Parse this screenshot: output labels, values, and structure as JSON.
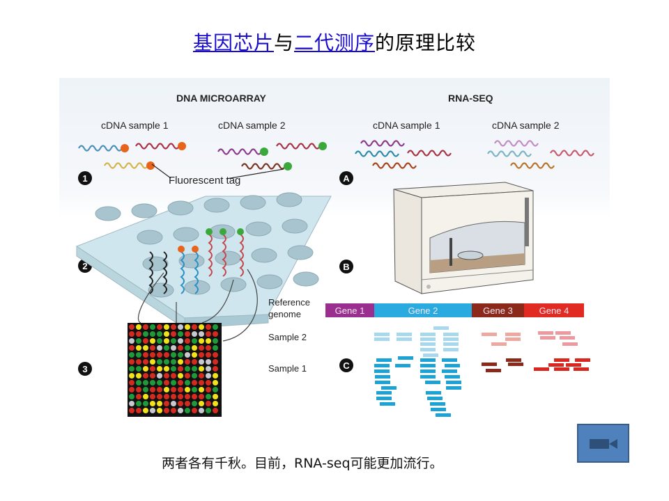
{
  "slide": {
    "title": {
      "link1": "基因芯片",
      "connector": "与",
      "link2": "二代测序",
      "rest": "的原理比较"
    },
    "caption": "两者各有千秋。目前，RNA-seq可能更加流行。",
    "video_button": {
      "icon": "video-camera-icon"
    }
  },
  "figure": {
    "microarray": {
      "heading": "DNA MICROARRAY",
      "sample1": "cDNA sample 1",
      "sample2": "cDNA sample 2",
      "tag_label": "Fluorescent tag",
      "steps": [
        "1",
        "2",
        "3"
      ],
      "reference_label_1": "Reference",
      "reference_label_2": "genome",
      "sample2_row": "Sample 2",
      "sample1_row": "Sample 1",
      "tag_colors": {
        "sample1": "#e8641a",
        "sample2": "#3aa83a"
      },
      "grid_colors": {
        "red": "#d42a1f",
        "green": "#1f9a3a",
        "yellow": "#f2e21a",
        "grey": "#c8c8d0"
      }
    },
    "rnaseq": {
      "heading": "RNA-SEQ",
      "sample1": "cDNA sample 1",
      "sample2": "cDNA sample 2",
      "steps": [
        "A",
        "B",
        "C"
      ],
      "genes": [
        {
          "label": "Gene 1",
          "color": "#9b2f8f",
          "s2_color": "",
          "s1_color": ""
        },
        {
          "label": "Gene 2",
          "color": "#29abe0",
          "s2_color": "#a8d8ee",
          "s1_color": "#1aa3d4"
        },
        {
          "label": "Gene 3",
          "color": "#8b2a1a",
          "s2_color": "#eda8a0",
          "s1_color": "#8b2a1a"
        },
        {
          "label": "Gene 4",
          "color": "#e02a22",
          "s2_color": "#ec9aa0",
          "s1_color": "#d9261f"
        }
      ]
    }
  }
}
